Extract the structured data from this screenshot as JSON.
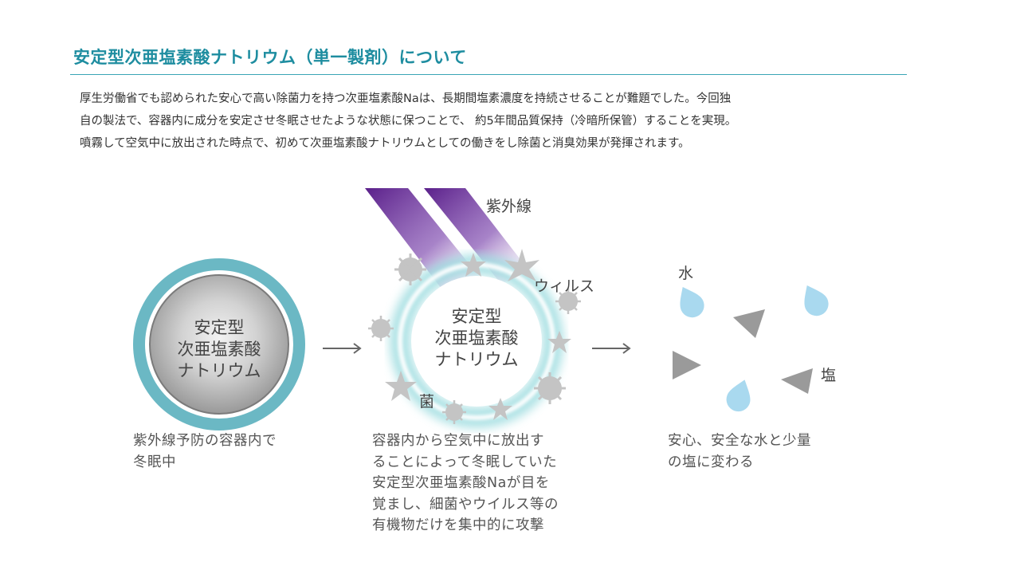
{
  "title": "安定型次亜塩素酸ナトリウム（単一製剤）について",
  "intro": [
    "厚生労働省でも認められた安心で高い除菌力を持つ次亜塩素酸Naは、長期間塩素濃度を持続させることが難題でした。今回独",
    "自の製法で、容器内に成分を安定させ冬眠させたような状態に保つことで、 約5年間品質保持（冷暗所保管）することを実現。",
    "噴霧して空気中に放出された時点で、初めて次亜塩素酸ナトリウムとしての働きをし除菌と消臭効果が発揮されます。"
  ],
  "diagram": {
    "labels": {
      "uv": "紫外線",
      "virus": "ウィルス",
      "bacteria": "菌",
      "water": "水",
      "salt": "塩"
    },
    "left_circle": [
      "安定型",
      "次亜塩素酸",
      "ナトリウム"
    ],
    "middle_circle": [
      "安定型",
      "次亜塩素酸",
      "ナトリウム"
    ],
    "arrow_glyph": "→",
    "captions": {
      "left": [
        "紫外線予防の容器内で",
        "冬眠中"
      ],
      "middle": [
        "容器内から空気中に放出す",
        "ることによって冬眠していた",
        "安定型次亜塩素酸Naが目を",
        "覚まし、細菌やウイルス等の",
        "有機物だけを集中的に攻撃"
      ],
      "right": [
        "安心、安全な水と少量",
        "の塩に変わる"
      ]
    },
    "colors": {
      "title": "#1e8da0",
      "uv": "#6a2d96",
      "ring": "#6bb8c4",
      "glow": "#9fdde0",
      "water": "#a9d9ef",
      "salt": "#9a9a9a",
      "germ": "#c4c4c4"
    }
  }
}
